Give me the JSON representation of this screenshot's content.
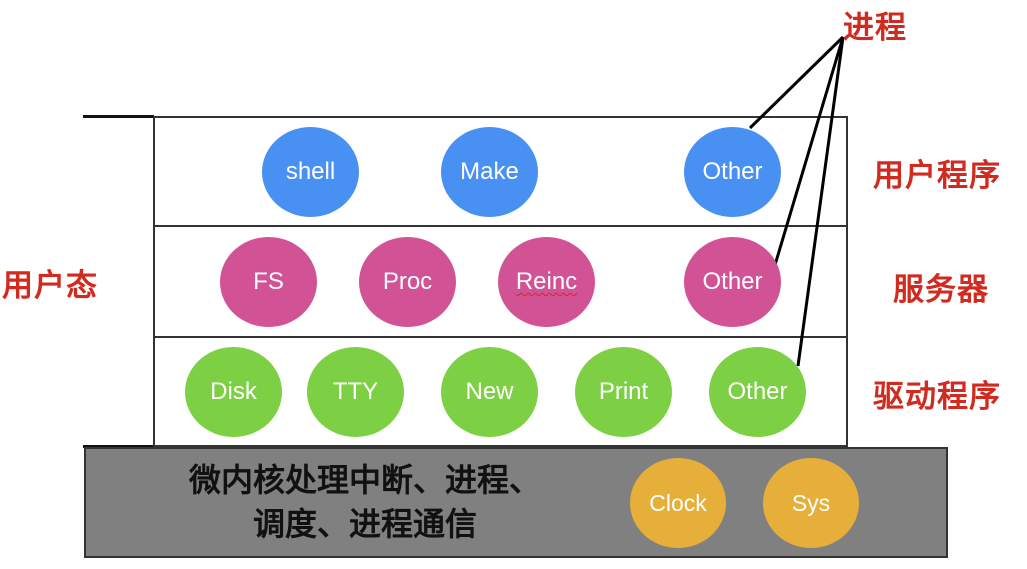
{
  "title_label": "进程",
  "side_label": "用户态",
  "layers": [
    {
      "name": "user-programs",
      "label": "用户程序",
      "color": "#4990f3",
      "nodes": [
        "shell",
        "Make",
        "Other"
      ]
    },
    {
      "name": "servers",
      "label": "服务器",
      "color": "#d15395",
      "nodes": [
        "FS",
        "Proc",
        "Reinc",
        "Other"
      ]
    },
    {
      "name": "drivers",
      "label": "驱动程序",
      "color": "#7dcf44",
      "nodes": [
        "Disk",
        "TTY",
        "New",
        "Print",
        "Other"
      ]
    }
  ],
  "kernel": {
    "text_line1": "微内核处理中断、进程、",
    "text_line2": "调度、进程通信",
    "color": "#808080",
    "node_color": "#e6af39",
    "nodes": [
      "Clock",
      "Sys"
    ]
  },
  "label_color": "#d12a1f"
}
